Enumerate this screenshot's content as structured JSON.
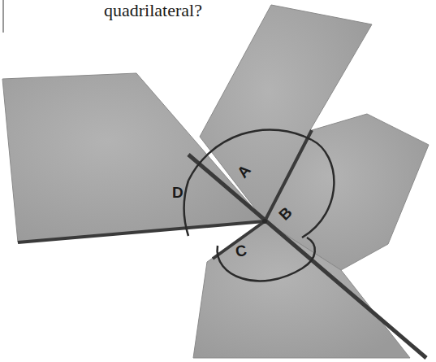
{
  "diagram": {
    "labels": [
      "quadrilateral?",
      "A",
      "B",
      "C",
      "D"
    ]
  }
}
